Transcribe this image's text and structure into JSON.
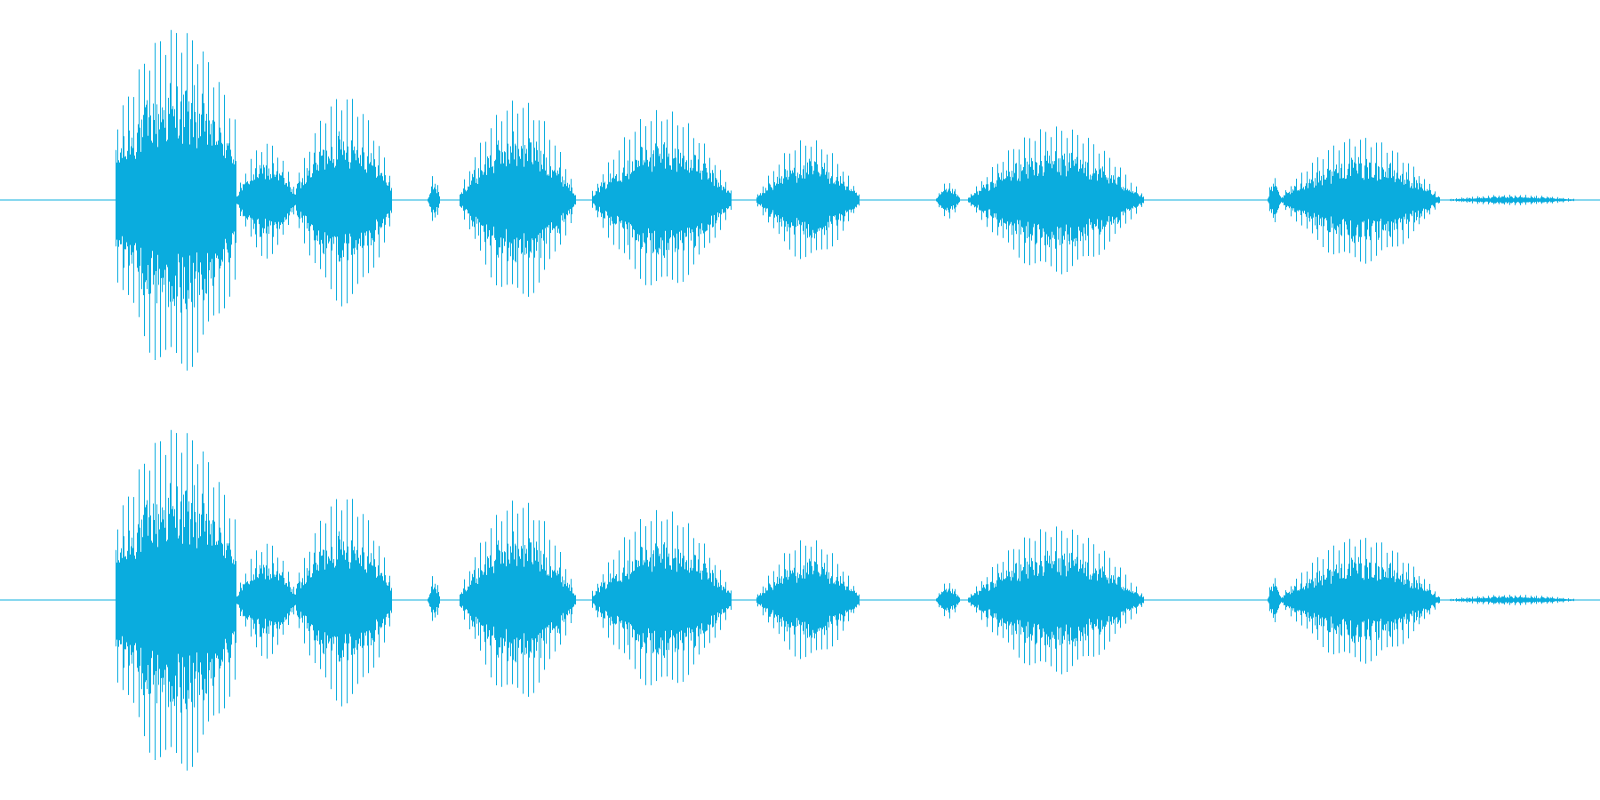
{
  "waveform": {
    "color": "#0aacde",
    "channels": [
      {
        "name": ""
      },
      {
        "name": ""
      }
    ],
    "segments": [
      {
        "start": 0.072,
        "end": 0.148,
        "peak": 0.66,
        "edge": 0.45
      },
      {
        "start": 0.148,
        "end": 0.185,
        "peak": 0.22,
        "edge": 0.15
      },
      {
        "start": 0.185,
        "end": 0.245,
        "peak": 0.4,
        "edge": 0.2
      },
      {
        "start": 0.267,
        "end": 0.275,
        "peak": 0.1,
        "edge": 0.1
      },
      {
        "start": 0.287,
        "end": 0.36,
        "peak": 0.38,
        "edge": 0.1
      },
      {
        "start": 0.37,
        "end": 0.457,
        "peak": 0.34,
        "edge": 0.1
      },
      {
        "start": 0.473,
        "end": 0.537,
        "peak": 0.23,
        "edge": 0.08
      },
      {
        "start": 0.585,
        "end": 0.6,
        "peak": 0.07,
        "edge": 0.12
      },
      {
        "start": 0.605,
        "end": 0.715,
        "peak": 0.28,
        "edge": 0.05
      },
      {
        "start": 0.792,
        "end": 0.8,
        "peak": 0.1,
        "edge": 0.1
      },
      {
        "start": 0.8,
        "end": 0.9,
        "peak": 0.24,
        "edge": 0.06
      },
      {
        "start": 0.9,
        "end": 0.99,
        "peak": 0.02,
        "edge": 0.01
      }
    ]
  }
}
